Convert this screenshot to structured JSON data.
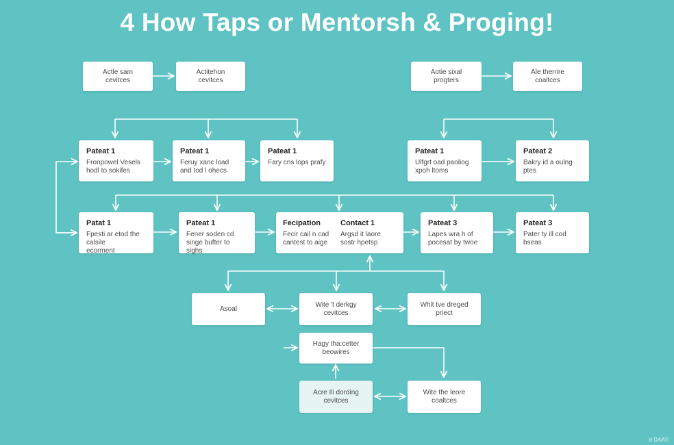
{
  "title": "4 How Taps or Mentorsh & Proging!",
  "watermark": "8 DAAS",
  "nodes": {
    "top1": {
      "lines": [
        "Actle sam",
        "cevitces"
      ]
    },
    "top2": {
      "lines": [
        "Actitehon",
        "cevitces"
      ]
    },
    "top3": {
      "lines": [
        "Aotie sixal",
        "progters"
      ]
    },
    "top4": {
      "lines": [
        "Ale therrire",
        "coaltces"
      ]
    },
    "r2a": {
      "header": "Pateat 1",
      "lines": [
        "Fronpowel Vesels",
        "hodl to sokifes"
      ]
    },
    "r2b": {
      "header": "Pateat 1",
      "lines": [
        "Feruy xanc load",
        "and tod l ohecs"
      ]
    },
    "r2c": {
      "header": "Pateat 1",
      "lines": [
        "Fary cns lops prafy"
      ]
    },
    "r2d": {
      "header": "Pateat 1",
      "lines": [
        "Ulfgrt oad paoliog",
        "xpoh ltoms"
      ]
    },
    "r2e": {
      "header": "Pateat 2",
      "lines": [
        "Bakry id a oulng",
        "ptes"
      ]
    },
    "r3a": {
      "header": "Patat 1",
      "lines": [
        "Fpesti ar etod the",
        "calsile",
        "ecorment"
      ]
    },
    "r3b": {
      "header": "Pateat 1",
      "lines": [
        "Fener soden cd",
        "singe bufter to",
        "sighs"
      ]
    },
    "r3c_left": {
      "header": "Fecipation",
      "lines": [
        "Fecir cail n cad",
        "cantest to aige"
      ]
    },
    "r3c_right": {
      "header": "Contact 1",
      "lines": [
        "Argsd it laore",
        "sostr hpetsp"
      ]
    },
    "r3d": {
      "header": "Pateat 3",
      "lines": [
        "Lapes wra h of",
        "pocesat by twoe"
      ]
    },
    "r3e": {
      "header": "Pateat 3",
      "lines": [
        "Pater ty ill cod",
        "bseas"
      ]
    },
    "m1": {
      "lines": [
        "Asoal"
      ]
    },
    "m2": {
      "lines": [
        "Wite 't derkgy",
        "cevitces"
      ]
    },
    "m3": {
      "lines": [
        "Whit tve dreged",
        "priect"
      ]
    },
    "b1": {
      "lines": [
        "Hagy tha:cetter",
        "beowires"
      ]
    },
    "b2": {
      "lines": [
        "Acre Ili dording",
        "cevitces"
      ]
    },
    "b3": {
      "lines": [
        "Wite the leore",
        "coaltces"
      ]
    }
  }
}
